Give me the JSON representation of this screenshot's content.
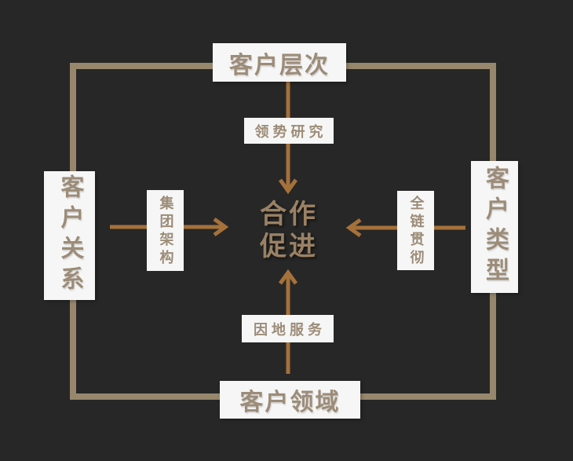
{
  "diagram": {
    "center": {
      "line1": "合作",
      "line2": "促进"
    },
    "nodes": {
      "top": {
        "label": "客户层次"
      },
      "right": {
        "label": "客户类型"
      },
      "bottom": {
        "label": "客户领域"
      },
      "left": {
        "label": "客户关系"
      }
    },
    "edge_labels": {
      "top": "领势研究",
      "right": "全链贯彻",
      "bottom": "因地服务",
      "left": "集团架构"
    }
  },
  "colors": {
    "background": "#272727",
    "frame": "#97876c",
    "arrow": "#a5713a",
    "node_box_bg": "#f6f6f6",
    "node_text": "#9c8c78",
    "center_text": "#9a8164"
  }
}
